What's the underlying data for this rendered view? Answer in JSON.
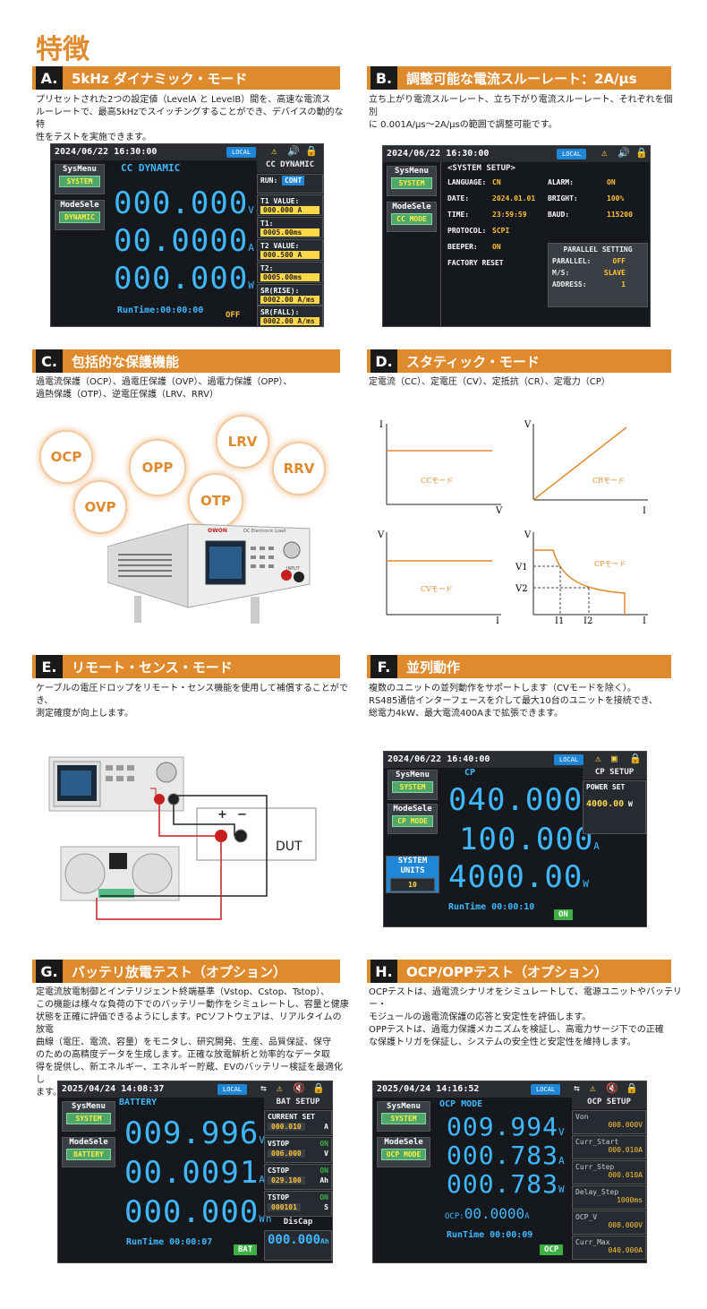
{
  "page_title": "特徴",
  "sections": {
    "A": {
      "letter": "A.",
      "title": "5kHz ダイナミック・モード",
      "desc": "プリセットされた2つの設定値（LevelA と LevelB）間を、高速な電流ス\nルーレートで、最高5kHzでスイッチングすることができ、デバイスの動的な特\n性をテストを実施できます。"
    },
    "B": {
      "letter": "B.",
      "title": "調整可能な電流スルーレート：2A/μs",
      "desc": "立ち上がり電流スルーレート、立ち下がり電流スルーレート、それぞれを個別\nに 0.001A/μs～2A/μsの範囲で調整可能です。"
    },
    "C": {
      "letter": "C.",
      "title": "包括的な保護機能",
      "desc": "過電流保護（OCP）、過電圧保護（OVP）、過電力保護（OPP）、\n過熱保護（OTP）、逆電圧保護（LRV、RRV）"
    },
    "D": {
      "letter": "D.",
      "title": "スタティック・モード",
      "desc": "定電流（CC）、定電圧（CV）、定抵抗（CR）、定電力（CP）"
    },
    "E": {
      "letter": "E.",
      "title": "リモート・センス・モード",
      "desc": "ケーブルの電圧ドロップをリモート・センス機能を使用して補償することができ、\n測定確度が向上します。"
    },
    "F": {
      "letter": "F.",
      "title": "並列動作",
      "desc": "複数のユニットの並列動作をサポートします（CVモードを除く）。\nRS485通信インターフェースを介して最大10台のユニットを接続でき、\n総電力4kW、最大電流400Aまで拡張できます。"
    },
    "G": {
      "letter": "G.",
      "title": "バッテリ放電テスト（オプション）",
      "desc": "定電流放電制御とインテリジェント終端基準（Vstop、Cstop、Tstop）、\nこの機能は様々な負荷の下でのバッテリー動作をシミュレートし、容量と健康\n状態を正確に評価できるようにします。PCソフトウェアは、リアルタイムの放電\n曲線（電圧、電流、容量）をモニタし、研究開発、生産、品質保証、保守\nのための高精度データを生成します。正確な放電解析と効率的なデータ取\n得を提供し、新エネルギー、エネルギー貯蔵、EVのバッテリー検証を最適化し\nます。"
    },
    "H": {
      "letter": "H.",
      "title": "OCP/OPPテスト（オプション）",
      "desc": "OCPテストは、過電流シナリオをシミュレートして、電源ユニットやバッテリー・\nモジュールの過電流保護の応答と安定性を評価します。\nOPPテストは、過電力保護メカニズムを検証し、高電力サージ下での正確\nな保護トリガを保証し、システムの安全性と安定性を維持します。"
    }
  },
  "screenA": {
    "datetime": "2024/06/22 16:30:00",
    "local": "LOCAL",
    "menu1": "SysMenu",
    "menu1v": "SYSTEM",
    "menu2": "ModeSele",
    "menu2v": "DYNAMIC",
    "mode": "CC DYNAMIC",
    "v": "000.000",
    "a": "00.0000",
    "w": "000.000",
    "u_v": "V",
    "u_a": "A",
    "u_w": "W",
    "runtime": "RunTime:00:00:00",
    "state": "OFF",
    "side_title": "CC DYNAMIC",
    "run_label": "RUN:",
    "run_val": "CONT",
    "t1v_l": "T1 VALUE:",
    "t1v": "000.000 A",
    "t1_l": "T1:",
    "t1": "0005.00ms",
    "t2v_l": "T2 VALUE:",
    "t2v": "000.500 A",
    "t2_l": "T2:",
    "t2": "0005.00ms",
    "srr_l": "SR(RISE):",
    "srr": "0002.00 A/ms",
    "srf_l": "SR(FALL):",
    "srf": "0002.00 A/ms"
  },
  "screenB": {
    "datetime": "2024/06/22 16:30:00",
    "local": "LOCAL",
    "menu1": "SysMenu",
    "menu1v": "SYSTEM",
    "menu2": "ModeSele",
    "menu2v": "CC MODE",
    "title": "<SYSTEM SETUP>",
    "rows": [
      [
        "LANGUAGE:",
        "CN",
        "ALARM:",
        "ON"
      ],
      [
        "DATE:",
        "2024.01.01",
        "BRIGHT:",
        "100%"
      ],
      [
        "TIME:",
        "23:59:59",
        "BAUD:",
        "115200"
      ],
      [
        "PROTOCOL:",
        "SCPI",
        "",
        ""
      ],
      [
        "BEEPER:",
        "ON",
        "",
        ""
      ],
      [
        "FACTORY RESET",
        "",
        "",
        ""
      ]
    ],
    "parallel_title": "PARALLEL SETTING",
    "prows": [
      [
        "PARALLEL:",
        "OFF"
      ],
      [
        "M/S:",
        "SLAVE"
      ],
      [
        "ADDRESS:",
        "1"
      ]
    ]
  },
  "protections": [
    "OCP",
    "OPP",
    "LRV",
    "RRV",
    "OTP",
    "OVP"
  ],
  "device_brand": "OWON",
  "device_label": "DC Electronic Load",
  "device_input": "INPUT",
  "plots": {
    "cc": {
      "x": "V",
      "y": "I",
      "label": "CCモード"
    },
    "cr": {
      "x": "I",
      "y": "V",
      "label": "CRモード"
    },
    "cv": {
      "x": "I",
      "y": "V",
      "label": "CVモード"
    },
    "cp": {
      "x": "I",
      "y": "V",
      "label": "CPモード",
      "v1": "V1",
      "v2": "V2",
      "i1": "I1",
      "i2": "I2"
    }
  },
  "dut": {
    "label": "DUT",
    "plus": "+",
    "minus": "−"
  },
  "screenF": {
    "datetime": "2024/06/22 16:40:00",
    "local": "LOCAL",
    "menu1": "SysMenu",
    "menu1v": "SYSTEM",
    "menu2": "ModeSele",
    "menu2v": "CP MODE",
    "menu3": "SYSTEM\nUNITS",
    "menu3v": "10",
    "mode": "CP",
    "v": "040.000",
    "a": "100.000",
    "w": "4000.00",
    "u_v": "V",
    "u_a": "A",
    "u_w": "W",
    "runtime": "RunTime 00:00:10",
    "state": "ON",
    "side_title": "CP SETUP",
    "power_l": "POWER SET",
    "power_v": "4000.00",
    "power_u": "W"
  },
  "screenG": {
    "datetime": "2025/04/24 14:08:37",
    "local": "LOCAL",
    "menu1": "SysMenu",
    "menu1v": "SYSTEM",
    "menu2": "ModeSele",
    "menu2v": "BATTERY",
    "mode": "BATTERY",
    "v": "009.996",
    "a": "00.0091",
    "w": "000.000",
    "u_v": "V",
    "u_a": "A",
    "u_w": "Wh",
    "runtime": "RunTime 00:00:07",
    "state": "BAT",
    "side_title": "BAT SETUP",
    "rows": [
      [
        "CURRENT SET",
        "",
        "000.010",
        "A"
      ],
      [
        "VSTOP",
        "ON",
        "006.000",
        "V"
      ],
      [
        "CSTOP",
        "ON",
        "029.100",
        "Ah"
      ],
      [
        "TSTOP",
        "ON",
        "000101",
        "S"
      ]
    ],
    "discap_l": "DisCap",
    "discap": "000.000",
    "discap_u": "Ah"
  },
  "screenH": {
    "datetime": "2025/04/24 14:16:52",
    "local": "LOCAL",
    "menu1": "SysMenu",
    "menu1v": "SYSTEM",
    "menu2": "ModeSele",
    "menu2v": "OCP MODE",
    "mode": "OCP MODE",
    "v": "009.994",
    "a": "000.783",
    "w": "000.783",
    "u_v": "V",
    "u_a": "A",
    "u_w": "W",
    "ocp_l": "OCP:",
    "ocp_v": "00.0000",
    "ocp_u": "A",
    "runtime": "RunTime 00:00:09",
    "state": "OCP",
    "side_title": "OCP SETUP",
    "rows": [
      [
        "Von",
        "008.000",
        "V"
      ],
      [
        "Curr_Start",
        "000.010",
        "A"
      ],
      [
        "Curr_Step",
        "000.010",
        "A"
      ],
      [
        "Delay_Step",
        "1000",
        "ms"
      ],
      [
        "OCP_V",
        "008.000",
        "V"
      ],
      [
        "Curr_Max",
        "040.000",
        "A"
      ]
    ]
  },
  "colors": {
    "accent": "#e08a2e",
    "screen_bg": "#15191d",
    "digit": "#3fb8ff",
    "value": "#ffd84a"
  }
}
